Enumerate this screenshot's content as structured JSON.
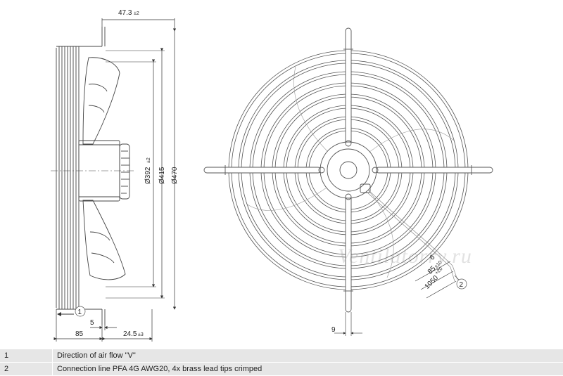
{
  "dimensions": {
    "offset_top": "47.3",
    "offset_top_tol": "±2",
    "dia_inner": "Ø392",
    "dia_inner_tol": "±2",
    "dia_mid": "Ø415",
    "dia_outer": "Ø470",
    "width_85": "85",
    "width_5": "5",
    "width_24_5": "24.5",
    "width_24_5_tol": "±3",
    "width_9": "9",
    "cable_6": "6",
    "cable_85": "85",
    "cable_85_tol": "±10",
    "cable_1050": "1050",
    "cable_1050_tol": "+20",
    "cable_2": "2"
  },
  "callouts": {
    "c1": "1",
    "c2": "2"
  },
  "watermark": "Ventilatorry.ru",
  "legend": [
    {
      "num": "1",
      "text": "Direction of air flow \"V\""
    },
    {
      "num": "2",
      "text": "Connection line PFA 4G AWG20, 4x brass lead tips crimped"
    }
  ]
}
